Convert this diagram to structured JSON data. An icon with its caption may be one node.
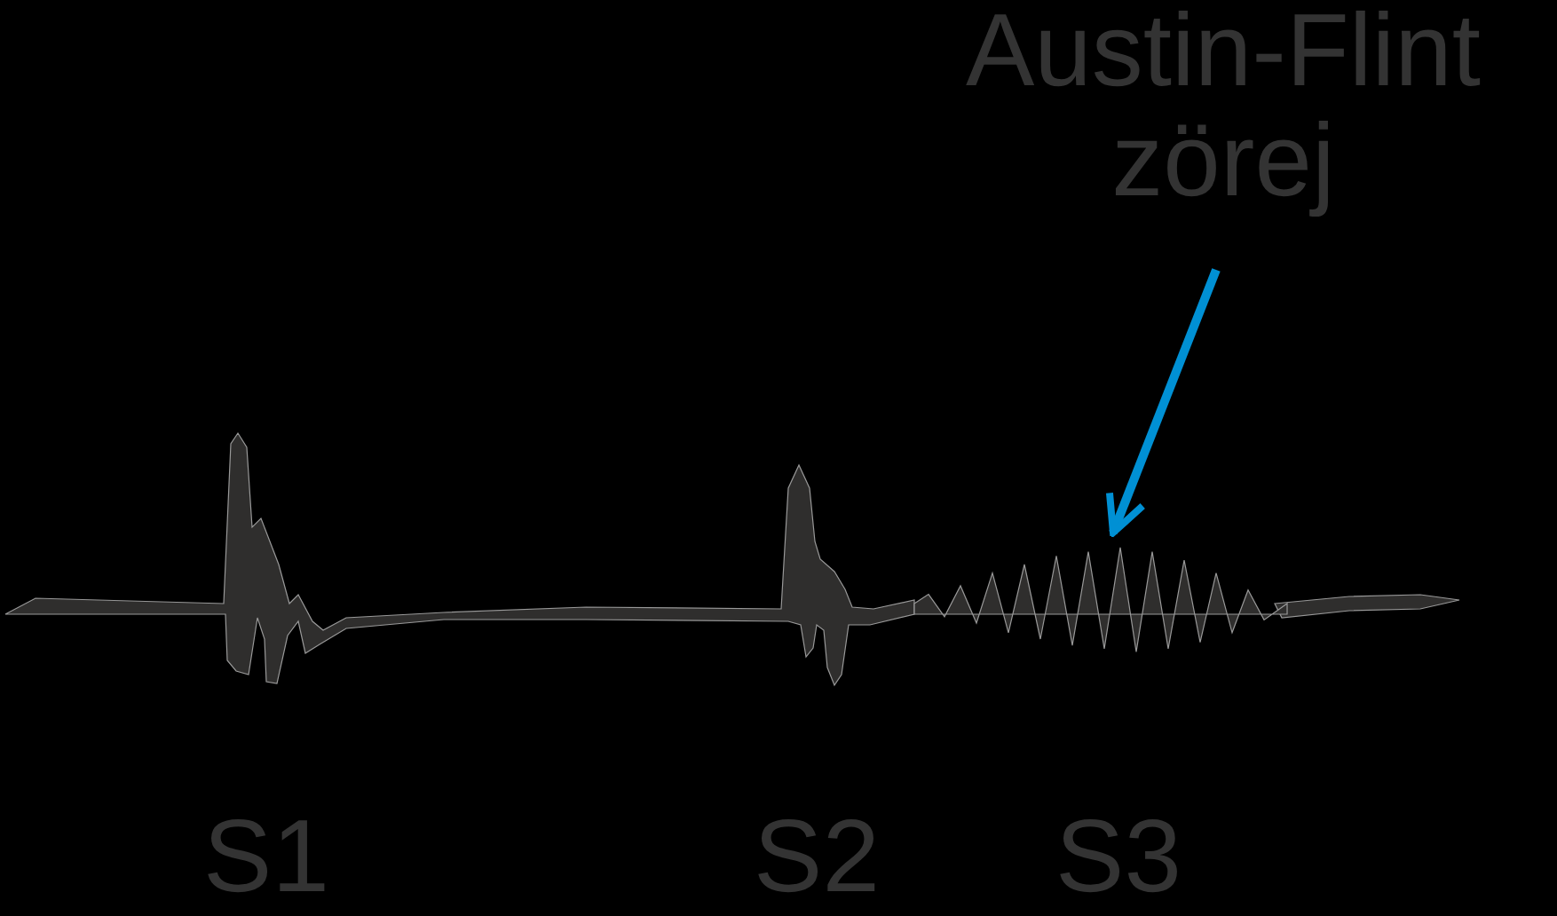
{
  "diagram": {
    "nodes": [
      {
        "text": [
          "Austin-Flint zörej"
        ]
      },
      {
        "text": [],
        "shape": "picture"
      }
    ],
    "edges": [
      {
        "from": 0,
        "to": 1,
        "arrow": "to",
        "color": "#0090d4"
      }
    ],
    "labels": [
      "S1",
      "S2",
      "S3"
    ]
  }
}
